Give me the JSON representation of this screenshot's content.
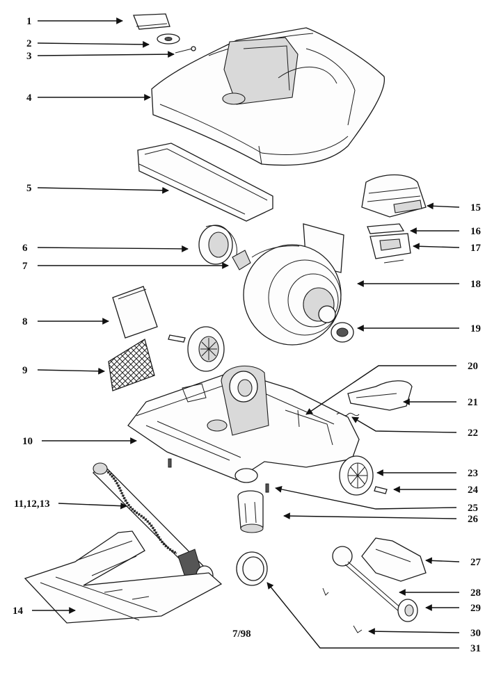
{
  "diagram": {
    "date_code": "7/98",
    "labels": {
      "l1": "1",
      "l2": "2",
      "l3": "3",
      "l4": "4",
      "l5": "5",
      "l6": "6",
      "l7": "7",
      "l8": "8",
      "l9": "9",
      "l10": "10",
      "l11": "11,12,13",
      "l14": "14",
      "l15": "15",
      "l16": "16",
      "l17": "17",
      "l18": "18",
      "l19": "19",
      "l20": "20",
      "l21": "21",
      "l22": "22",
      "l23": "23",
      "l24": "24",
      "l25": "25",
      "l26": "26",
      "l27": "27",
      "l28": "28",
      "l29": "29",
      "l30": "30",
      "l31": "31"
    }
  }
}
